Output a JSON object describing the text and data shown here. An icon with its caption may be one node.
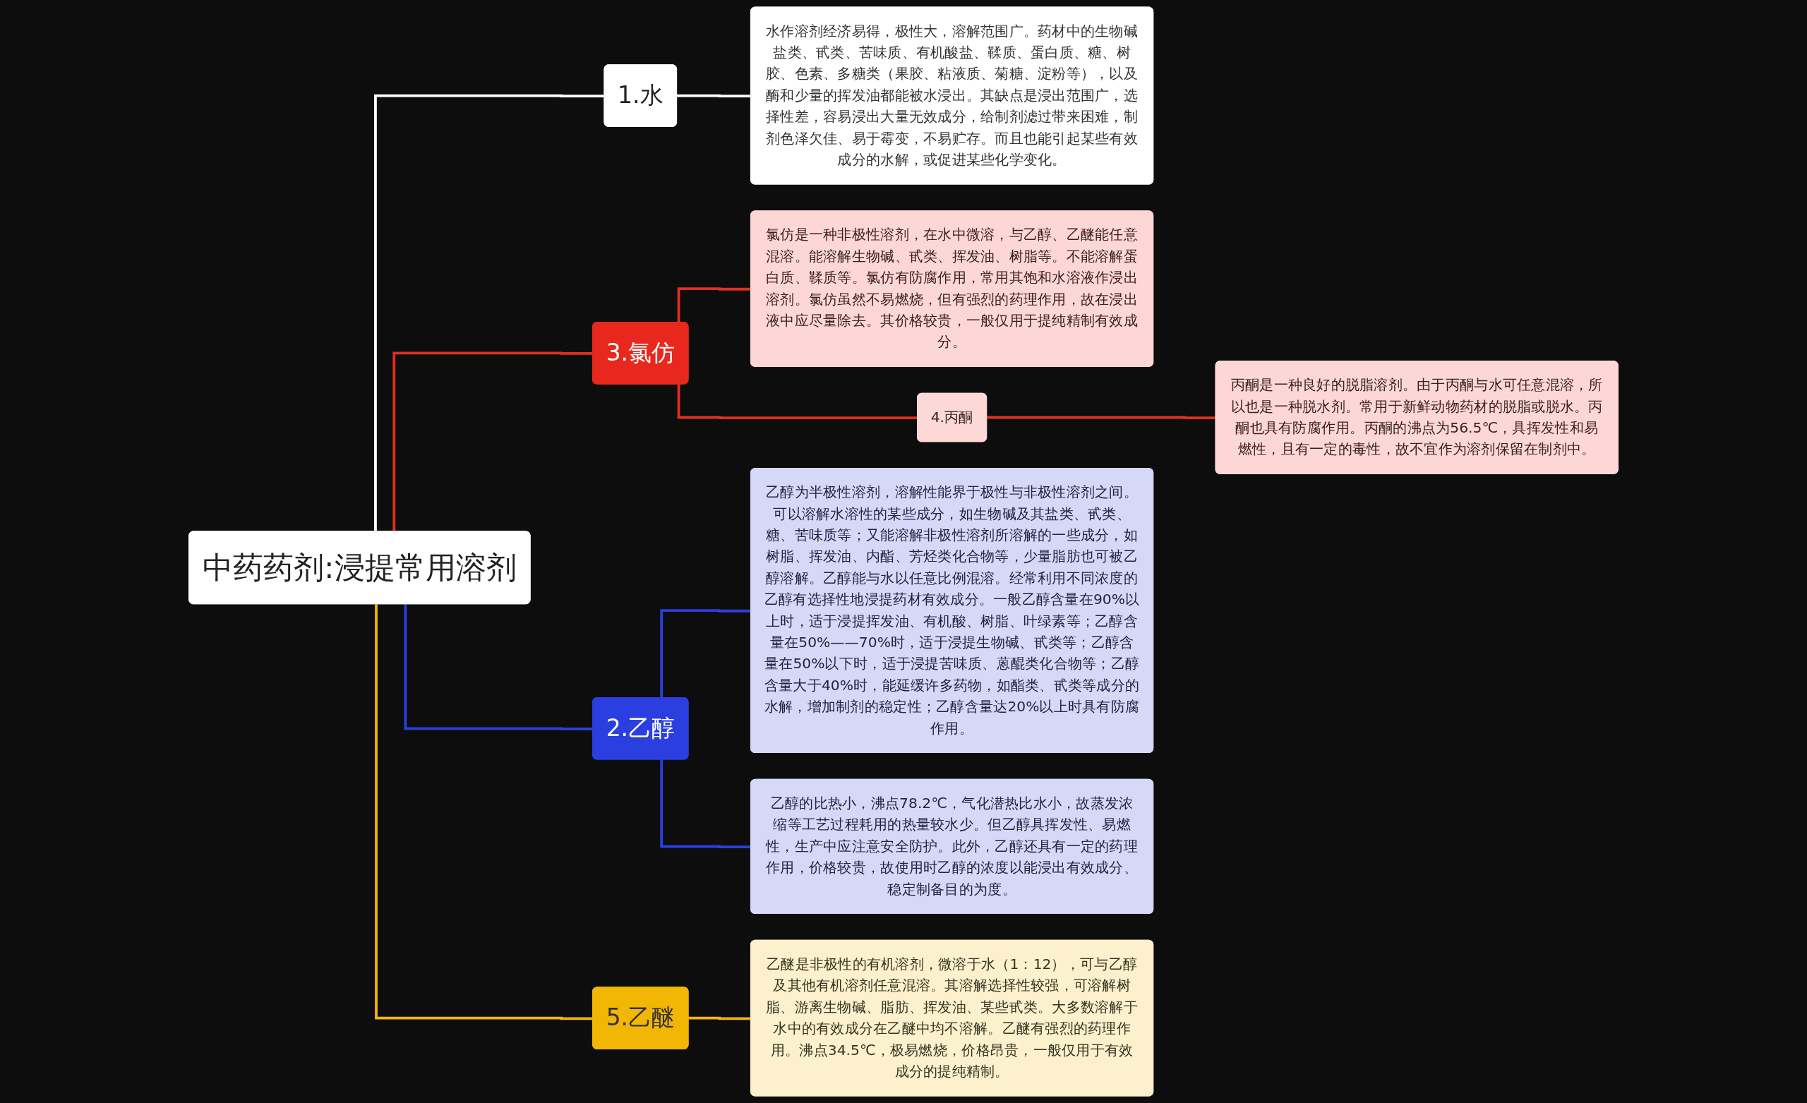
{
  "diagram": {
    "nodes": [
      {
        "text": [
          "中药药剂:浸提常用溶剂"
        ]
      },
      {
        "text": [
          "1.水"
        ]
      },
      {
        "text": [
          "水作溶剂经济易得，极性大，溶解范围广。药材中的生物碱盐类、甙类、苦味质、有机酸盐、鞣质、蛋白质、糖、树胶、色素、多糖类（果胶、粘液质、菊糖、淀粉等），以及酶和少量的挥发油都能被水浸出。其缺点是浸出范围广，选择性差，容易浸出大量无效成分，给制剂滤过带来困难，制剂色泽欠佳、易于霉变，不易贮存。而且也能引起某些有效成分的水解，或促进某些化学变化。"
        ]
      },
      {
        "text": [
          "3.氯仿"
        ]
      },
      {
        "text": [
          "氯仿是一种非极性溶剂，在水中微溶，与乙醇、乙醚能任意混溶。能溶解生物碱、甙类、挥发油、树脂等。不能溶解蛋白质、鞣质等。氯仿有防腐作用，常用其饱和水溶液作浸出溶剂。氯仿虽然不易燃烧，但有强烈的药理作用，故在浸出液中应尽量除去。其价格较贵，一般仅用于提纯精制有效成分。"
        ]
      },
      {
        "text": [
          "4.丙酮"
        ]
      },
      {
        "text": [
          "丙酮是一种良好的脱脂溶剂。由于丙酮与水可任意混溶，所以也是一种脱水剂。常用于新鲜动物药材的脱脂或脱水。丙酮也具有防腐作用。丙酮的沸点为56.5℃，具挥发性和易燃性，且有一定的毒性，故不宜作为溶剂保留在制剂中。"
        ]
      },
      {
        "text": [
          "2.乙醇"
        ]
      },
      {
        "text": [
          "乙醇为半极性溶剂，溶解性能界于极性与非极性溶剂之间。可以溶解水溶性的某些成分，如生物碱及其盐类、甙类、糖、苦味质等；又能溶解非极性溶剂所溶解的一些成分，如树脂、挥发油、内酯、芳烃类化合物等，少量脂肪也可被乙醇溶解。乙醇能与水以任意比例混溶。经常利用不同浓度的乙醇有选择性地浸提药材有效成分。一般乙醇含量在90%以上时，适于浸提挥发油、有机酸、树脂、叶绿素等；乙醇含量在50%——70%时，适于浸提生物碱、甙类等；乙醇含量在50%以下时，适于浸提苦味质、蒽醌类化合物等；乙醇含量大于40%时，能延缓许多药物，如酯类、甙类等成分的水解，增加制剂的稳定性；乙醇含量达20%以上时具有防腐作用。"
        ]
      },
      {
        "text": [
          "乙醇的比热小，沸点78.2℃，气化潜热比水小，故蒸发浓缩等工艺过程耗用的热量较水少。但乙醇具挥发性、易燃性，生产中应注意安全防护。此外，乙醇还具有一定的药理作用，价格较贵，故使用时乙醇的浓度以能浸出有效成分、稳定制备目的为度。"
        ]
      },
      {
        "text": [
          "5.乙醚"
        ]
      },
      {
        "text": [
          "乙醚是非极性的有机溶剂，微溶于水（1：12），可与乙醇及其他有机溶剂任意混溶。其溶解选择性较强，可溶解树脂、游离生物碱、脂肪、挥发油、某些甙类。大多数溶解于水中的有效成分在乙醚中均不溶解。乙醚有强烈的药理作用。沸点34.5℃，极易燃烧，价格昂贵，一般仅用于有效成分的提纯精制。"
        ]
      }
    ],
    "edges": [
      {
        "from": 0,
        "to": 1,
        "arrow": "none",
        "color": "#ffffff"
      },
      {
        "from": 1,
        "to": 2,
        "arrow": "none",
        "color": "#ffffff"
      },
      {
        "from": 0,
        "to": 3,
        "arrow": "none"
      },
      {
        "from": 3,
        "to": 4,
        "arrow": "none"
      },
      {
        "from": 3,
        "to": 5,
        "arrow": "none"
      },
      {
        "from": 5,
        "to": 6,
        "arrow": "none"
      },
      {
        "from": 0,
        "to": 7,
        "arrow": "none",
        "color": "#2b3fe0"
      },
      {
        "from": 7,
        "to": 8,
        "arrow": "none",
        "color": "#2b3fe0"
      },
      {
        "from": 7,
        "to": 9,
        "arrow": "none",
        "color": "#2b3fe0"
      },
      {
        "from": 0,
        "to": 10,
        "arrow": "none",
        "color": "#f2b705"
      },
      {
        "from": 10,
        "to": 11,
        "arrow": "none",
        "color": "#f2b705"
      }
    ]
  }
}
